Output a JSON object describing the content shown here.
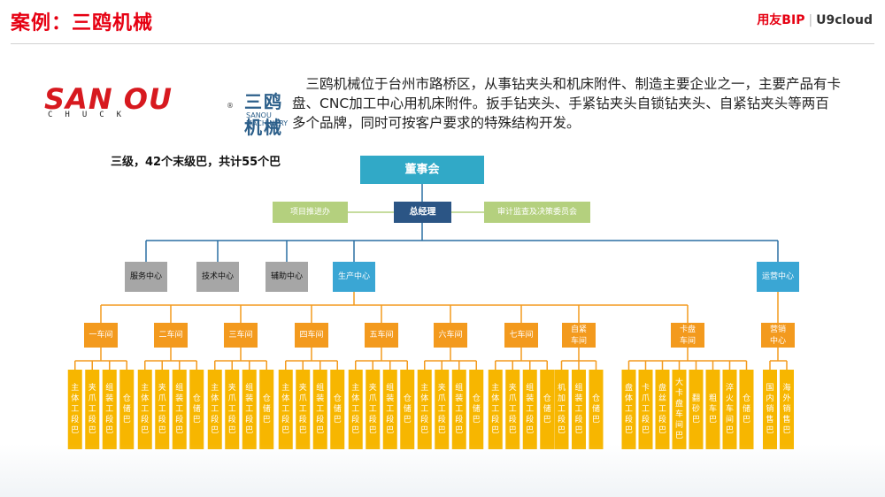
{
  "header": {
    "title": "案例：三鸥机械",
    "brand": "用友BIP",
    "brand_sep": "|",
    "brand2": "U9cloud"
  },
  "logo": {
    "main": "SAN OU",
    "sub": "CHUCK",
    "reg": "®",
    "cn": "三鸥机械",
    "en": "SANOU MACHINERY"
  },
  "intro": "三鸥机械位于台州市路桥区，从事钻夹头和机床附件、制造主要企业之一，主要产品有卡盘、CNC加工中心用机床附件。扳手钻夹头、手紧钻夹头自锁钻夹头、自紧钻夹头等两百多个品牌，同时可按客户要求的特殊结构开发。",
  "summary": "三级，42个末级巴，共计55个巴",
  "colors": {
    "board": "#31a9c7",
    "gm": "#2b5585",
    "side": "#b4d07e",
    "gray": "#a6a6a6",
    "blue": "#3aa6d4",
    "orange": "#f39a1e",
    "yellow": "#f7b600",
    "line_blue": "#2a6fa3",
    "line_orange": "#f39a1e"
  },
  "org": {
    "board": "董事会",
    "gm": "总经理",
    "left_side": "项目推进办",
    "right_side": "审计监查及决策委员会",
    "centers": [
      "服务中心",
      "技术中心",
      "辅助中心",
      "生产中心",
      "运营中心"
    ],
    "workshops": [
      {
        "name": "一车间",
        "units": [
          "主体工段巴",
          "夹爪工段巴",
          "组装工段巴",
          "仓储巴"
        ]
      },
      {
        "name": "二车间",
        "units": [
          "主体工段巴",
          "夹爪工段巴",
          "组装工段巴",
          "仓储巴"
        ]
      },
      {
        "name": "三车间",
        "units": [
          "主体工段巴",
          "夹爪工段巴",
          "组装工段巴",
          "仓储巴"
        ]
      },
      {
        "name": "四车间",
        "units": [
          "主体工段巴",
          "夹爪工段巴",
          "组装工段巴",
          "仓储巴"
        ]
      },
      {
        "name": "五车间",
        "units": [
          "主体工段巴",
          "夹爪工段巴",
          "组装工段巴",
          "仓储巴"
        ]
      },
      {
        "name": "六车间",
        "units": [
          "主体工段巴",
          "夹爪工段巴",
          "组装工段巴",
          "仓储巴"
        ]
      },
      {
        "name": "七车间",
        "units": [
          "主体工段巴",
          "夹爪工段巴",
          "组装工段巴",
          "仓储巴"
        ]
      },
      {
        "name": "自紧车间",
        "units": [
          "机加工段巴",
          "组装工段巴",
          "仓储巴"
        ]
      },
      {
        "name": "卡盘车间",
        "units": [
          "盘体工段巴",
          "卡爪工段巴",
          "盘丝工段巴",
          "大卡盘车间巴",
          "翻砂巴",
          "粗车巴",
          "淬火车间巴",
          "仓储巴"
        ]
      }
    ],
    "sales": {
      "name": "营销中心",
      "units": [
        "国内销售巴",
        "海外销售巴"
      ]
    }
  }
}
